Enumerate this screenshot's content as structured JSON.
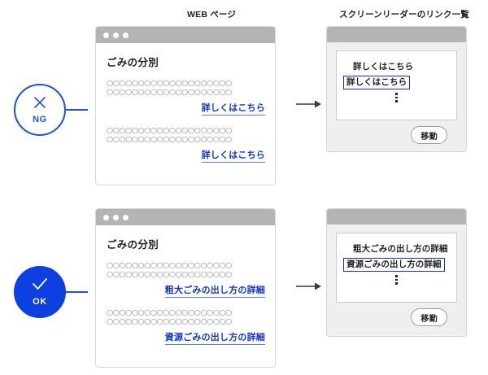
{
  "headings": {
    "web_page": "WEB ページ",
    "screen_reader": "スクリーンリーダーのリンク一覧"
  },
  "colors": {
    "accent_blue": "#1034d4",
    "badge_blue": "#0d40e0",
    "link_blue": "#1034d4",
    "titlebar_gray": "#b4b4b4",
    "dialog_gray": "#efefef",
    "dummy_text_gray": "#8b8b8b"
  },
  "dummy_text": "○○○○○○○○○○○○○○○○○○○○",
  "rows": [
    {
      "badge": {
        "label": "NG",
        "icon": "cross-icon",
        "style": "outline"
      },
      "browser": {
        "page_title": "ごみの分別",
        "links": [
          "詳しくはこちら",
          "詳しくはこちら"
        ]
      },
      "reader": {
        "items": [
          "詳しくはこちら",
          "詳しくはこちら"
        ],
        "selected_index": 1,
        "ellipsis": "⋮",
        "button_label": "移動"
      }
    },
    {
      "badge": {
        "label": "OK",
        "icon": "check-icon",
        "style": "filled"
      },
      "browser": {
        "page_title": "ごみの分別",
        "links": [
          "粗大ごみの出し方の詳細",
          "資源ごみの出し方の詳細"
        ]
      },
      "reader": {
        "items": [
          "粗大ごみの出し方の詳細",
          "資源ごみの出し方の詳細"
        ],
        "selected_index": 1,
        "ellipsis": "⋮",
        "button_label": "移動"
      }
    }
  ]
}
